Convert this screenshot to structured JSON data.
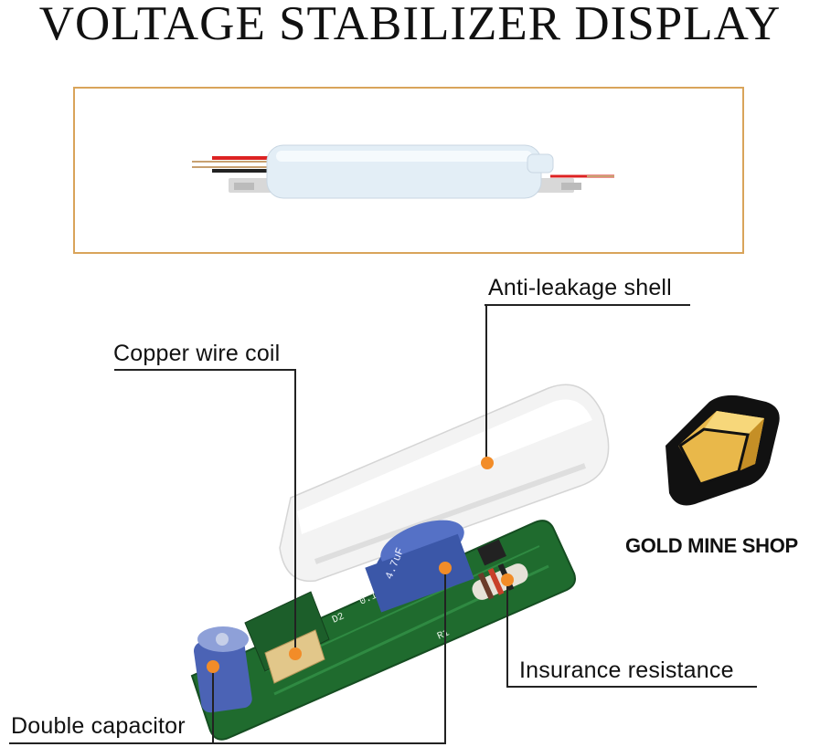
{
  "title": "VOLTAGE STABILIZER DISPLAY",
  "labels": {
    "anti_leakage_shell": "Anti-leakage shell",
    "copper_wire_coil": "Copper wire coil",
    "insurance_resistance": "Insurance resistance",
    "double_capacitor": "Double capacitor"
  },
  "brand": "GOLD MINE SHOP",
  "colors": {
    "frame_border": "#d9a45a",
    "marker_dot": "#f28c28",
    "pcb_green": "#1f6b2e",
    "gold": "#e9b84a"
  }
}
